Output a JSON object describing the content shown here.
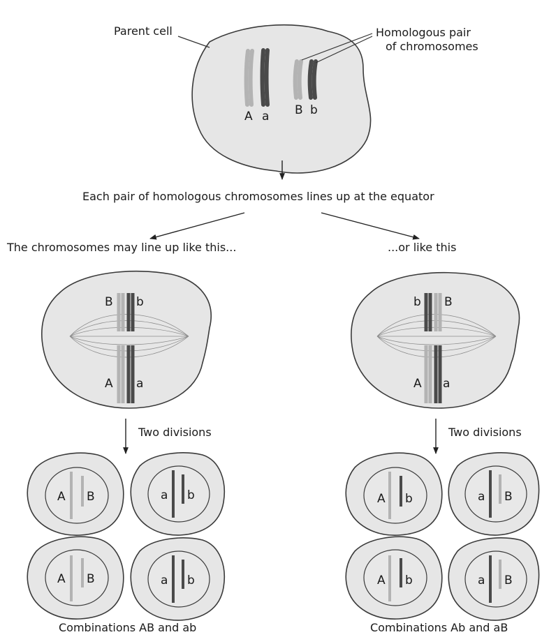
{
  "labels": {
    "parent_cell": "Parent cell",
    "homologous_line1": "Homologous pair",
    "homologous_line2": "of chromosomes",
    "equator": "Each pair of homologous chromosomes lines up at the equator",
    "left_option": "The chromosomes may line up like this...",
    "right_option": "...or like this",
    "two_divisions_left": "Two divisions",
    "two_divisions_right": "Two divisions",
    "combos_left": "Combinations AB and ab",
    "combos_right": "Combinations Ab and aB"
  },
  "alleles": {
    "A": "A",
    "a": "a",
    "B": "B",
    "b": "b"
  },
  "colors": {
    "light_chromosome": "#b3b3b3",
    "dark_chromosome": "#4a4a4a",
    "cell_fill": "#e6e6e6",
    "outline": "#3a3a3a"
  }
}
